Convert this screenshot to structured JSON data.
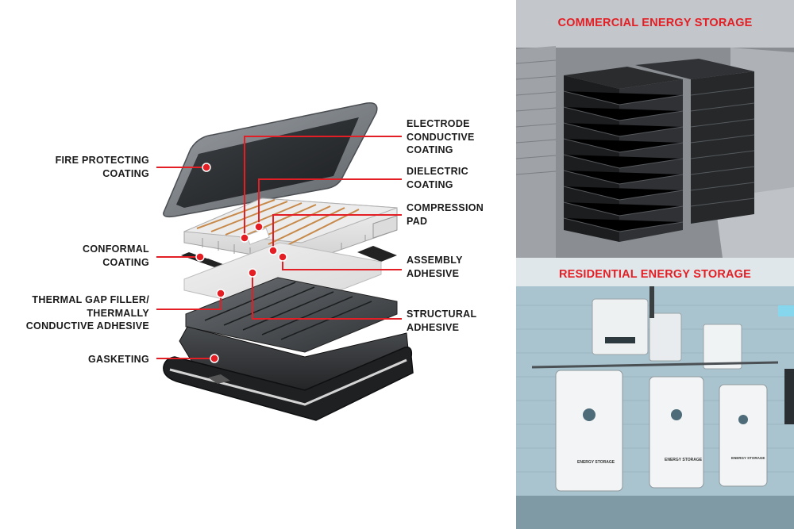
{
  "labels": {
    "fire_protecting": "FIRE PROTECTING\nCOATING",
    "conformal": "CONFORMAL\nCOATING",
    "thermal_gap": "THERMAL GAP FILLER/\nTHERMALLY\nCONDUCTIVE ADHESIVE",
    "gasketing": "GASKETING",
    "electrode": "ELECTRODE\nCONDUCTIVE\nCOATING",
    "dielectric": "DIELECTRIC\nCOATING",
    "compression": "COMPRESSION\nPAD",
    "assembly": "ASSEMBLY\nADHESIVE",
    "structural": "STRUCTURAL\nADHESIVE"
  },
  "panels": {
    "commercial": "COMMERCIAL ENERGY STORAGE",
    "residential": "RESIDENTIAL ENERGY STORAGE",
    "device_label": "ENERGY STORAGE"
  },
  "colors": {
    "accent": "#e31e24",
    "label_text": "#1a1a1a"
  }
}
